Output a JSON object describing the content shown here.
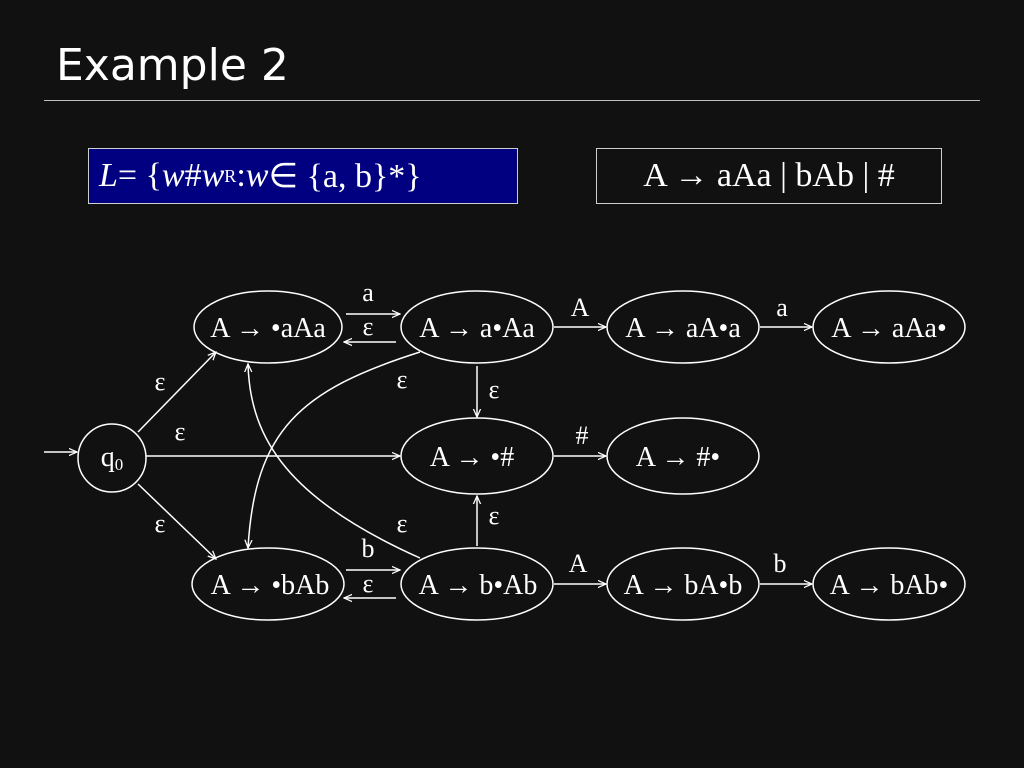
{
  "slide": {
    "title": "Example 2"
  },
  "language_box": {
    "L": "L",
    "eq": " = {",
    "w1": "w",
    "hash": "#",
    "w2": "w",
    "sup": "R",
    "colon": " : ",
    "w3": "w",
    "rest": " ∈ {a, b}*}"
  },
  "grammar_box": {
    "text": "A → aAa | bAb | #"
  },
  "colors": {
    "background": "#111111",
    "language_box_fill": "#000080",
    "stroke": "#ffffff"
  },
  "nodes": {
    "q0": {
      "main": "q",
      "sub": "0"
    },
    "s_aAa_0": "A → •aAa",
    "s_aAa_1": "A → a•Aa",
    "s_aAa_2": "A → aA•a",
    "s_aAa_3": "A → aAa•",
    "s_hash_0": "A → •#",
    "s_hash_1": "A → #•",
    "s_bAb_0": "A → •bAb",
    "s_bAb_1": "A → b•Ab",
    "s_bAb_2": "A → bA•b",
    "s_bAb_3": "A → bAb•"
  },
  "edge_labels": {
    "a_forward": "a",
    "eps_back_top": "ε",
    "A_top": "A",
    "a_top": "a",
    "eps_q0_top": "ε",
    "eps_q0_mid": "ε",
    "eps_q0_bottom": "ε",
    "eps_cross_top": "ε",
    "eps_down": "ε",
    "hash_edge": "#",
    "eps_up": "ε",
    "eps_cross_bottom": "ε",
    "b_forward": "b",
    "eps_back_bottom": "ε",
    "A_bottom": "A",
    "b_bottom": "b"
  }
}
